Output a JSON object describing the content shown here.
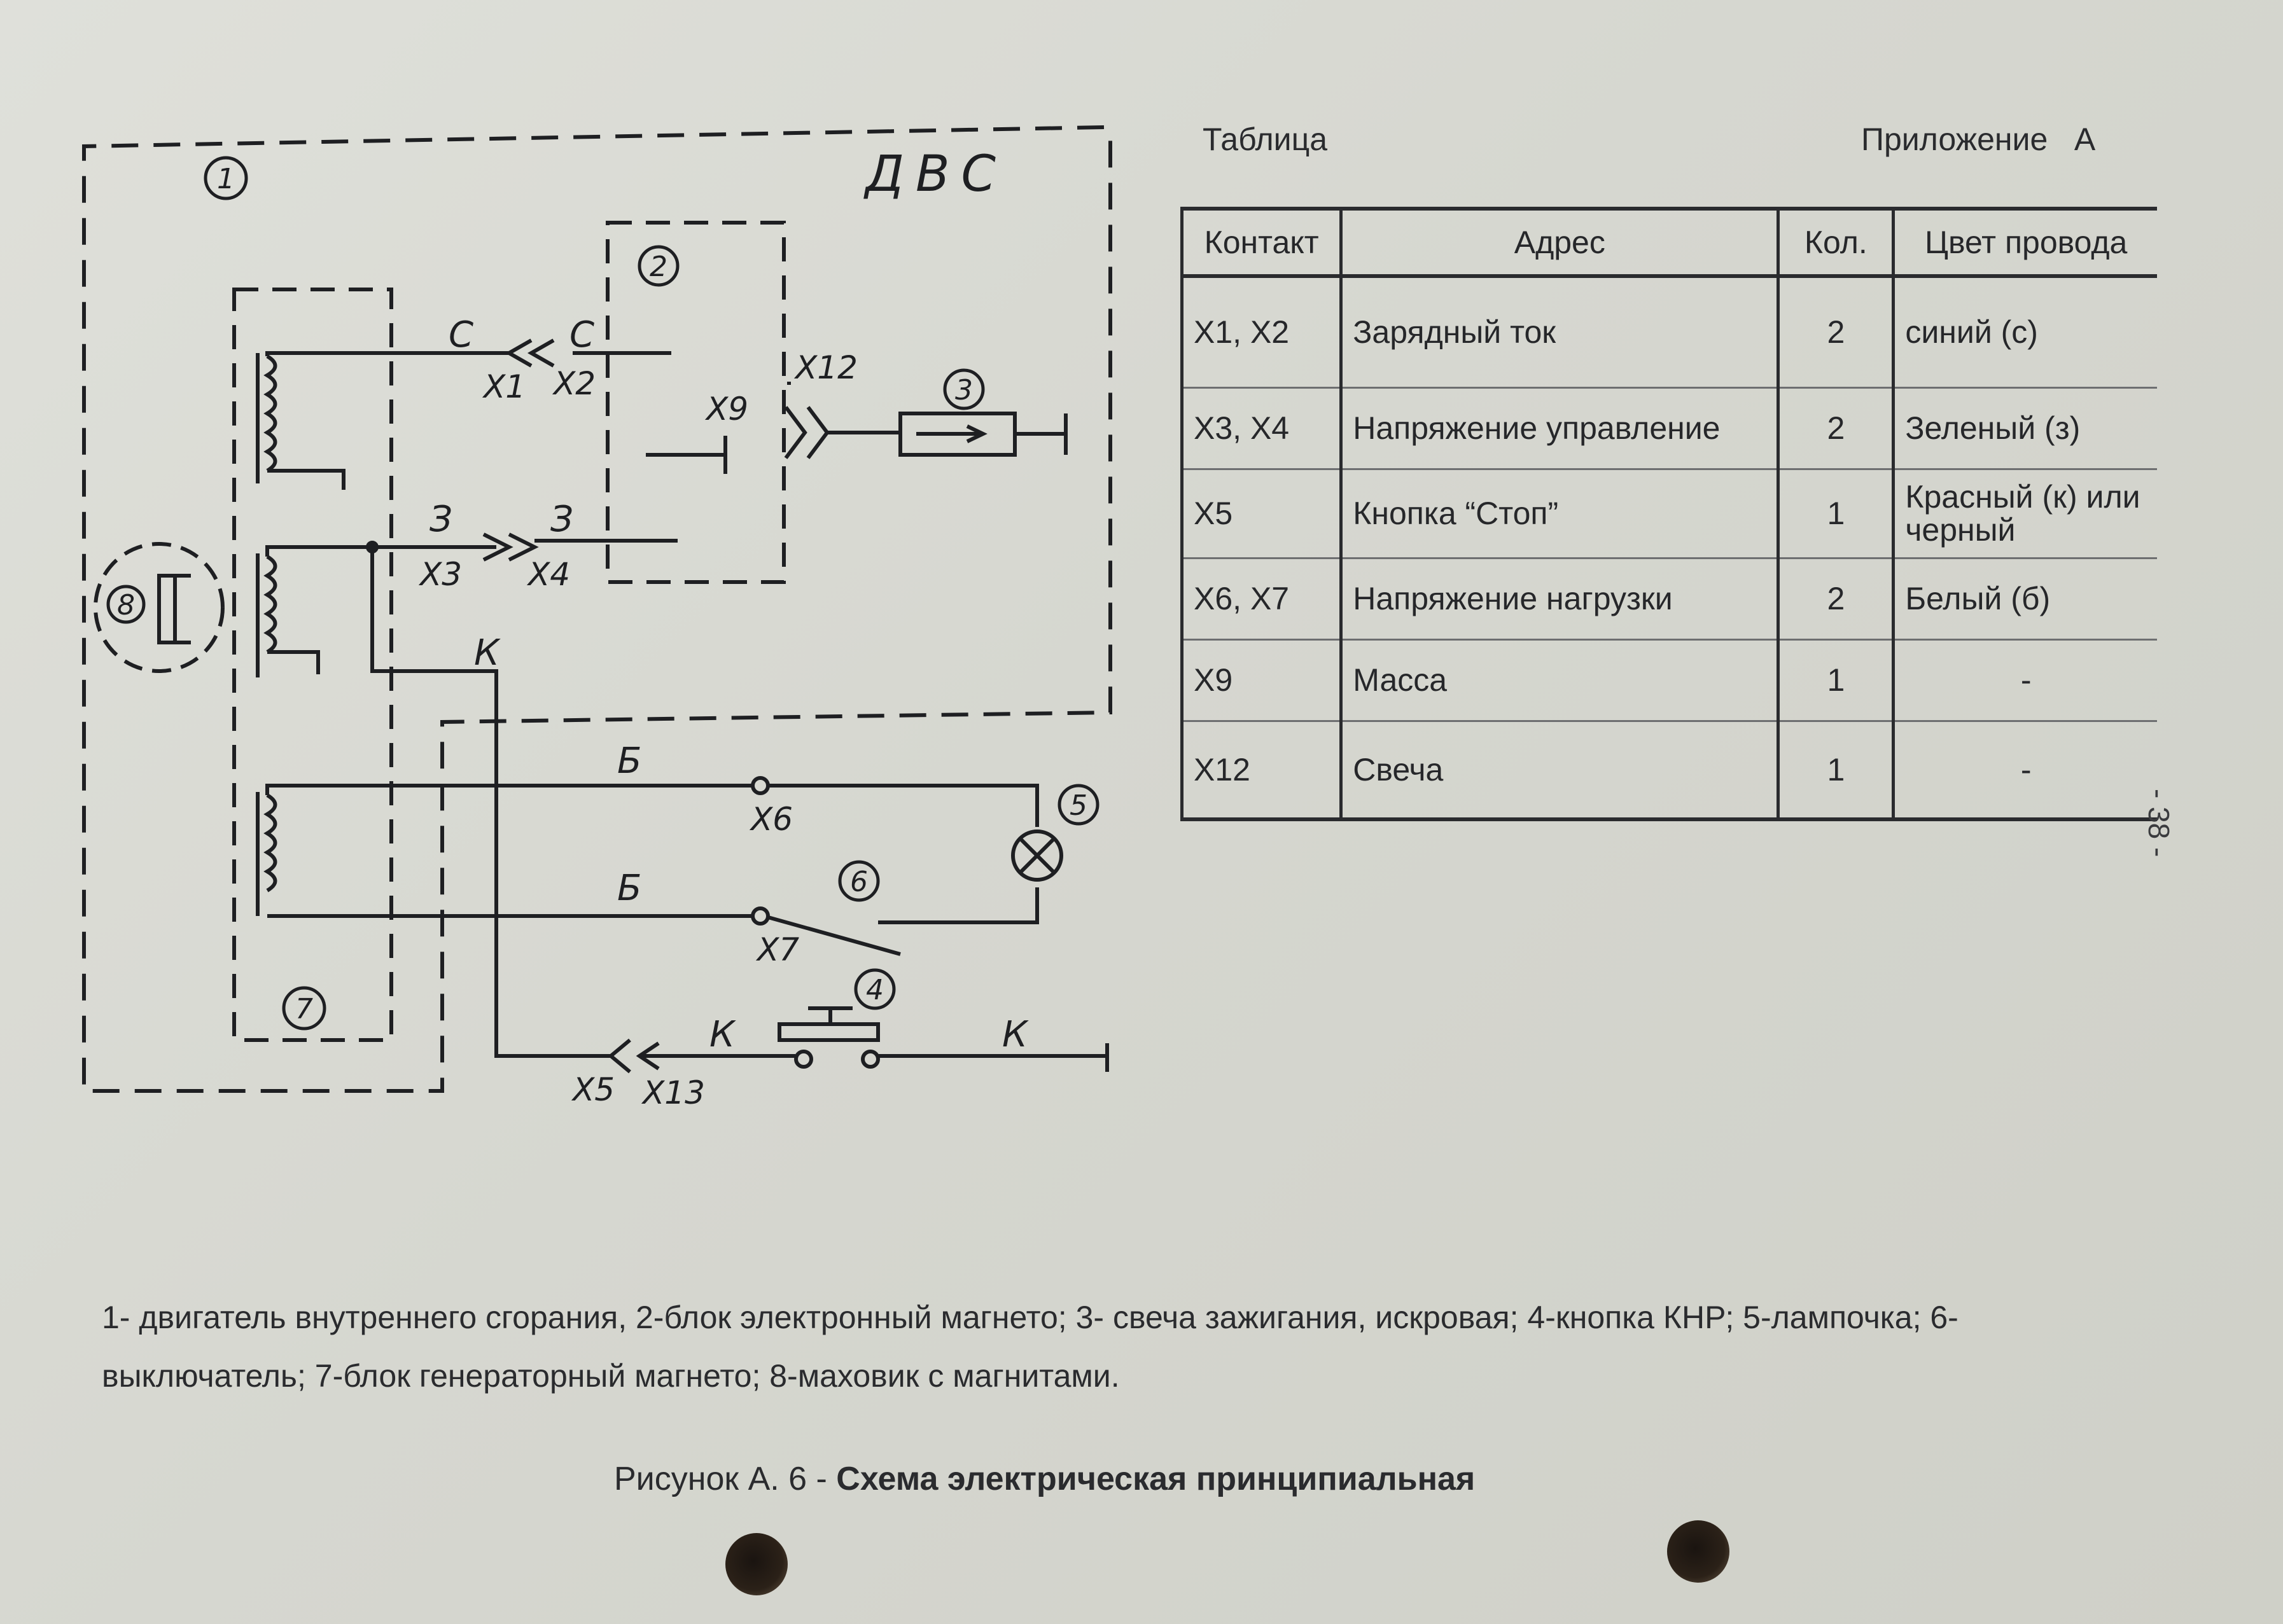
{
  "diagram": {
    "engine_label": "ДВС",
    "component_numbers": [
      "1",
      "2",
      "3",
      "4",
      "5",
      "6",
      "7",
      "8"
    ],
    "wire_labels": {
      "c1": "С",
      "c2": "С",
      "z1": "З",
      "z2": "З",
      "k_left": "К",
      "k_mid": "К",
      "k_right": "К",
      "b1": "Б",
      "b2": "Б"
    },
    "connector_labels": {
      "x1": "X1",
      "x2": "X2",
      "x3": "X3",
      "x4": "X4",
      "x5": "X5",
      "x6": "X6",
      "x7": "X7",
      "x9": "X9",
      "x12": "X12",
      "x13": "X13"
    }
  },
  "table": {
    "label": "Таблица",
    "appendix": "Приложение   А",
    "headers": [
      "Контакт",
      "Адрес",
      "Кол.",
      "Цвет провода"
    ],
    "rows": [
      {
        "contact": "X1, X2",
        "address": "Зарядный ток",
        "qty": "2",
        "color": "синий (с)"
      },
      {
        "contact": "X3, X4",
        "address": "Напряжение управление",
        "qty": "2",
        "color": "Зеленый (з)"
      },
      {
        "contact": "X5",
        "address": "Кнопка “Стоп”",
        "qty": "1",
        "color": "Красный (к) или черный"
      },
      {
        "contact": "X6, X7",
        "address": "Напряжение нагрузки",
        "qty": "2",
        "color": "Белый (б)"
      },
      {
        "contact": "X9",
        "address": "Масса",
        "qty": "1",
        "color": "-"
      },
      {
        "contact": "X12",
        "address": "Свеча",
        "qty": "1",
        "color": "-"
      }
    ]
  },
  "page_number": "- 38 -",
  "legend": "1- двигатель внутреннего сгорания, 2-блок электронный магнето; 3- свеча зажигания, искровая; 4-кнопка КНР; 5-лампочка; 6-выключатель; 7-блок генераторный магнето; 8-маховик с магнитами.",
  "caption": {
    "prefix": "Рисунок А. 6 - ",
    "title": "Схема электрическая принципиальная"
  }
}
